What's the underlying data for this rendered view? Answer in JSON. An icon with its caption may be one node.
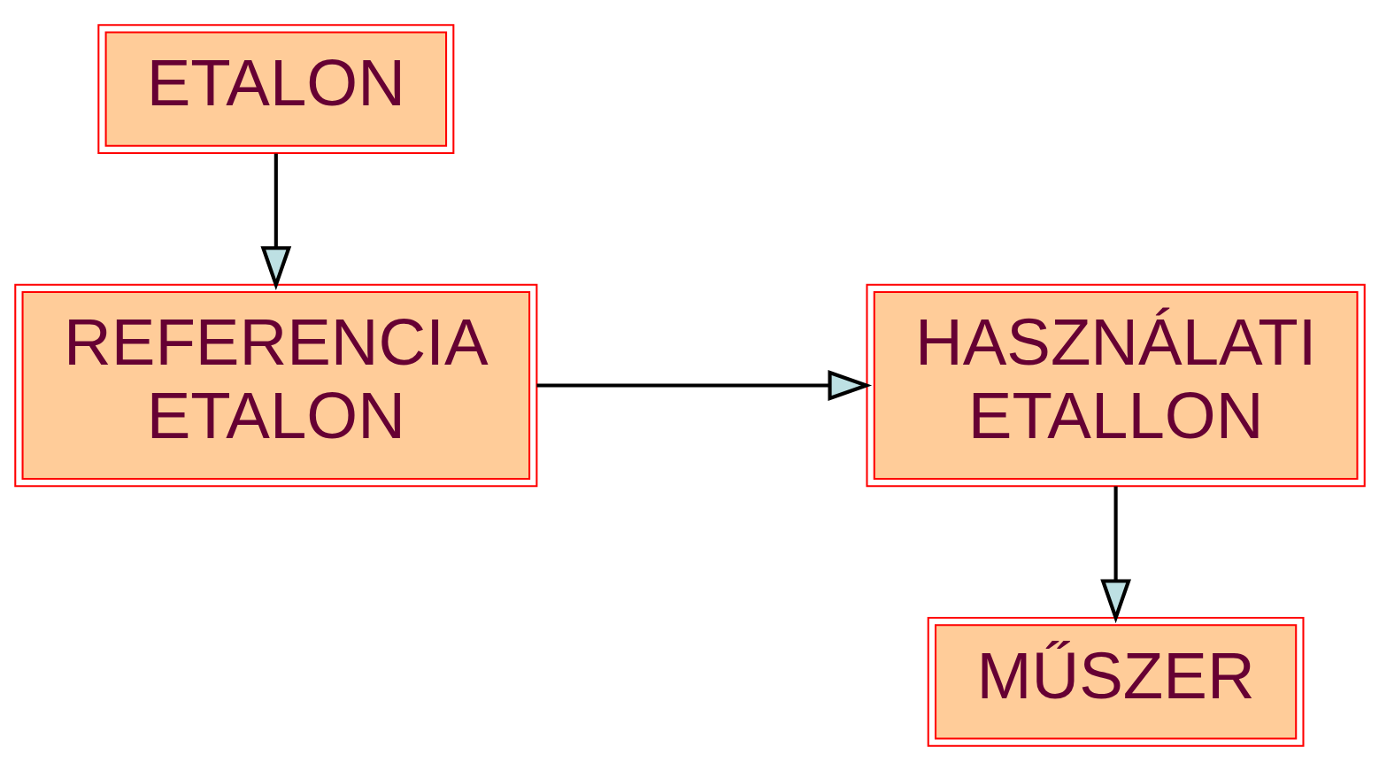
{
  "diagram": {
    "nodes": [
      {
        "text": [
          "ETALON"
        ]
      },
      {
        "text": [
          "REFERENCIA ETALON"
        ]
      },
      {
        "text": [
          "HASZNÁLATI ETALLON"
        ]
      },
      {
        "text": [
          "MŰSZER"
        ]
      }
    ],
    "edges": [
      {
        "from": 0,
        "to": 1,
        "arrow": "to"
      },
      {
        "from": 1,
        "to": 2,
        "arrow": "to"
      },
      {
        "from": 2,
        "to": 3,
        "arrow": "to"
      }
    ]
  }
}
